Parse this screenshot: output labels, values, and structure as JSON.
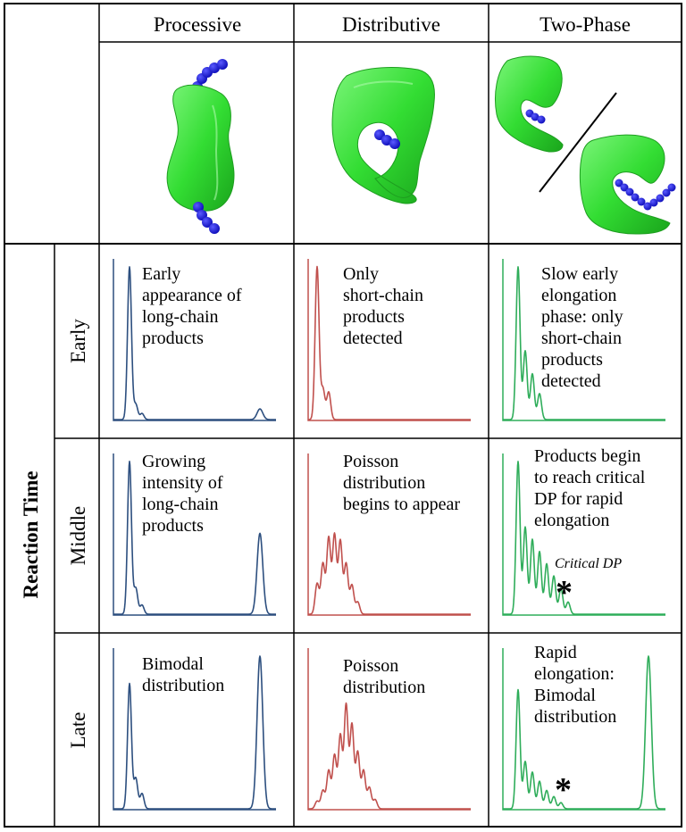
{
  "columns": {
    "processive": "Processive",
    "distributive": "Distributive",
    "two_phase": "Two-Phase"
  },
  "row_axis_label": "Reaction Time",
  "rows": {
    "early": "Early",
    "middle": "Middle",
    "late": "Late"
  },
  "colors": {
    "processive": "#2d4f7f",
    "distributive": "#c0504d",
    "two_phase": "#2fad5a",
    "enzyme": "#37e03a",
    "substrate": "#1a1ae0"
  },
  "captions": {
    "early": {
      "processive": [
        "Early",
        "appearance of",
        "long-chain",
        "products"
      ],
      "distributive": [
        "Only",
        "short-chain",
        "products",
        "detected"
      ],
      "two_phase": [
        "Slow early",
        "elongation",
        "phase: only",
        "short-chain",
        "products",
        "detected"
      ]
    },
    "middle": {
      "processive": [
        "Growing",
        "intensity of",
        "long-chain",
        "products"
      ],
      "distributive": [
        "Poisson",
        "distribution",
        "begins to appear"
      ],
      "two_phase": [
        "Products begin",
        "to reach critical",
        "DP for rapid",
        "elongation"
      ]
    },
    "late": {
      "processive": [
        "Bimodal",
        "distribution"
      ],
      "distributive": [
        "Poisson",
        "distribution"
      ],
      "two_phase": [
        "Rapid",
        "elongation:",
        "Bimodal",
        "distribution"
      ]
    }
  },
  "critical_dp_label": "Critical DP",
  "asterisk": "*",
  "chart_data": [
    {
      "type": "line",
      "row": "early",
      "column": "processive",
      "series": [
        {
          "peaks": [
            [
              0,
              1.0
            ],
            [
              1,
              0.1
            ],
            [
              2,
              0.04
            ],
            [
              10,
              0.07
            ]
          ]
        }
      ]
    },
    {
      "type": "line",
      "row": "early",
      "column": "distributive",
      "series": [
        {
          "peaks": [
            [
              0,
              1.0
            ],
            [
              1,
              0.2
            ],
            [
              2,
              0.18
            ]
          ]
        }
      ]
    },
    {
      "type": "line",
      "row": "early",
      "column": "two_phase",
      "series": [
        {
          "peaks": [
            [
              0,
              1.0
            ],
            [
              1,
              0.45
            ],
            [
              2,
              0.3
            ],
            [
              3,
              0.17
            ]
          ]
        }
      ]
    },
    {
      "type": "line",
      "row": "middle",
      "column": "processive",
      "series": [
        {
          "peaks": [
            [
              0,
              1.0
            ],
            [
              1,
              0.17
            ],
            [
              2,
              0.06
            ],
            [
              10,
              0.53
            ]
          ]
        }
      ]
    },
    {
      "type": "line",
      "row": "middle",
      "column": "distributive",
      "series": [
        {
          "peaks": [
            [
              0,
              0.2
            ],
            [
              1,
              0.33
            ],
            [
              2,
              0.5
            ],
            [
              3,
              0.52
            ],
            [
              4,
              0.48
            ],
            [
              5,
              0.33
            ],
            [
              6,
              0.19
            ],
            [
              7,
              0.08
            ]
          ]
        }
      ]
    },
    {
      "type": "line",
      "row": "middle",
      "column": "two_phase",
      "series": [
        {
          "peaks": [
            [
              0,
              1.0
            ],
            [
              1,
              0.57
            ],
            [
              2,
              0.49
            ],
            [
              3,
              0.41
            ],
            [
              4,
              0.33
            ],
            [
              5,
              0.25
            ],
            [
              6,
              0.17
            ],
            [
              7,
              0.08
            ]
          ]
        }
      ]
    },
    {
      "type": "line",
      "row": "late",
      "column": "processive",
      "series": [
        {
          "peaks": [
            [
              0,
              0.82
            ],
            [
              1,
              0.2
            ],
            [
              2,
              0.1
            ],
            [
              10,
              1.0
            ]
          ]
        }
      ]
    },
    {
      "type": "line",
      "row": "late",
      "column": "distributive",
      "series": [
        {
          "peaks": [
            [
              0,
              0.05
            ],
            [
              1,
              0.12
            ],
            [
              2,
              0.25
            ],
            [
              3,
              0.35
            ],
            [
              4,
              0.48
            ],
            [
              5,
              0.68
            ],
            [
              6,
              0.55
            ],
            [
              7,
              0.37
            ],
            [
              8,
              0.25
            ],
            [
              9,
              0.14
            ],
            [
              10,
              0.06
            ]
          ]
        }
      ]
    },
    {
      "type": "line",
      "row": "late",
      "column": "two_phase",
      "series": [
        {
          "peaks": [
            [
              0,
              0.78
            ],
            [
              1,
              0.31
            ],
            [
              2,
              0.24
            ],
            [
              3,
              0.18
            ],
            [
              4,
              0.12
            ],
            [
              5,
              0.08
            ],
            [
              6,
              0.04
            ],
            [
              15,
              1.0
            ]
          ]
        }
      ]
    }
  ]
}
